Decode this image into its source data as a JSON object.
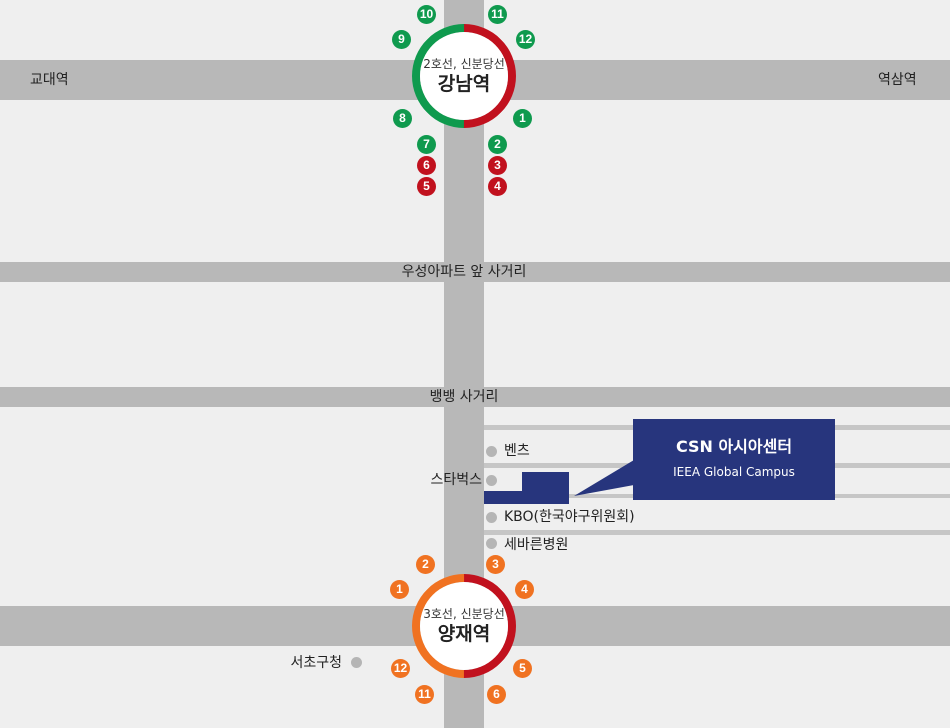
{
  "labels": {
    "west": "교대역",
    "east": "역삼역",
    "intersection1": "우성아파트 앞 사거리",
    "intersection2": "뱅뱅 사거리",
    "benz": "벤츠",
    "starbucks": "스타벅스",
    "kbo": "KBO(한국야구위원회)",
    "hospital": "세바른병원",
    "seocho": "서초구청"
  },
  "stations": {
    "gangnam": {
      "lines": "2호선, 신분당선",
      "name": "강남역",
      "colors": {
        "primary": "#0f9a4e",
        "secondary": "#c1111e"
      },
      "exits": [
        "10",
        "11",
        "9",
        "12",
        "8",
        "1",
        "7",
        "2",
        "6",
        "3",
        "5",
        "4"
      ]
    },
    "yangjae": {
      "lines": "3호선, 신분당선",
      "name": "양재역",
      "colors": {
        "primary": "#f07221",
        "secondary": "#c1111e"
      },
      "exits": [
        "2",
        "3",
        "1",
        "4",
        "12",
        "5",
        "11",
        "6"
      ]
    }
  },
  "destination": {
    "title": "CSN 아시아센터",
    "subtitle": "IEEA Global Campus",
    "color": "#27357d"
  },
  "colors": {
    "road": "#b8b8b8",
    "background": "#efefef"
  }
}
